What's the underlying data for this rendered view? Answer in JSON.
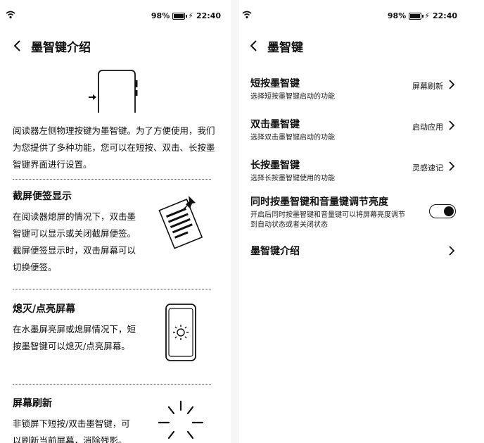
{
  "status": {
    "battery": "98%",
    "time": "22:40",
    "charging_glyph": "⚡"
  },
  "left": {
    "title": "墨智键介绍",
    "intro": "阅读器左侧物理按键为墨智键。为了方便使用，我们为您提供了多种功能，您可以在短按、双击、长按墨智键界面进行设置。",
    "sections": [
      {
        "title": "截屏便签显示",
        "text": "在阅读器熄屏的情况下，双击墨智键可以显示或关闭截屏便签。截屏便签显示时，双击屏幕可以切换便签。"
      },
      {
        "title": "熄灭/点亮屏幕",
        "text": "在水墨屏亮屏或熄屏情况下，短按墨智键可以熄灭/点亮屏幕。"
      },
      {
        "title": "屏幕刷新",
        "text": "非锁屏下短按/双击墨智键，可以刷新当前屏幕，消除残影。"
      }
    ]
  },
  "right": {
    "title": "墨智键",
    "items": [
      {
        "title": "短按墨智键",
        "subtitle": "选择短按墨智键启动的功能",
        "value": "屏幕刷新"
      },
      {
        "title": "双击墨智键",
        "subtitle": "选择双击墨智键启动的功能",
        "value": "启动应用"
      },
      {
        "title": "长按墨智键",
        "subtitle": "选择长按墨智键使用的功能",
        "value": "灵感速记"
      }
    ],
    "brightness": {
      "title": "同时按墨智键和音量键调节亮度",
      "subtitle": "开启后同时按墨智键和音量键可以将屏幕亮度调节到自动状态或者关闭状态",
      "enabled": true
    },
    "intro_link": "墨智键介绍"
  }
}
